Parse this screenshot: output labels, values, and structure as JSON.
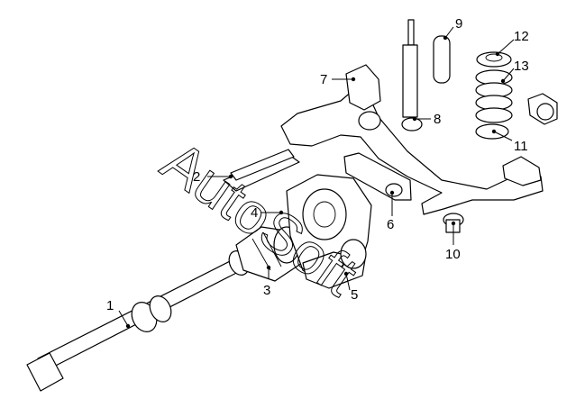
{
  "watermark": "AutoSoft",
  "callouts": [
    {
      "id": "1",
      "label": "1"
    },
    {
      "id": "2",
      "label": "2"
    },
    {
      "id": "3",
      "label": "3"
    },
    {
      "id": "4",
      "label": "4"
    },
    {
      "id": "5",
      "label": "5"
    },
    {
      "id": "6",
      "label": "6"
    },
    {
      "id": "7",
      "label": "7"
    },
    {
      "id": "8",
      "label": "8"
    },
    {
      "id": "9",
      "label": "9"
    },
    {
      "id": "10",
      "label": "10"
    },
    {
      "id": "11",
      "label": "11"
    },
    {
      "id": "12",
      "label": "12"
    },
    {
      "id": "13",
      "label": "13"
    }
  ],
  "colors": {
    "line": "#000000",
    "background": "#ffffff"
  }
}
